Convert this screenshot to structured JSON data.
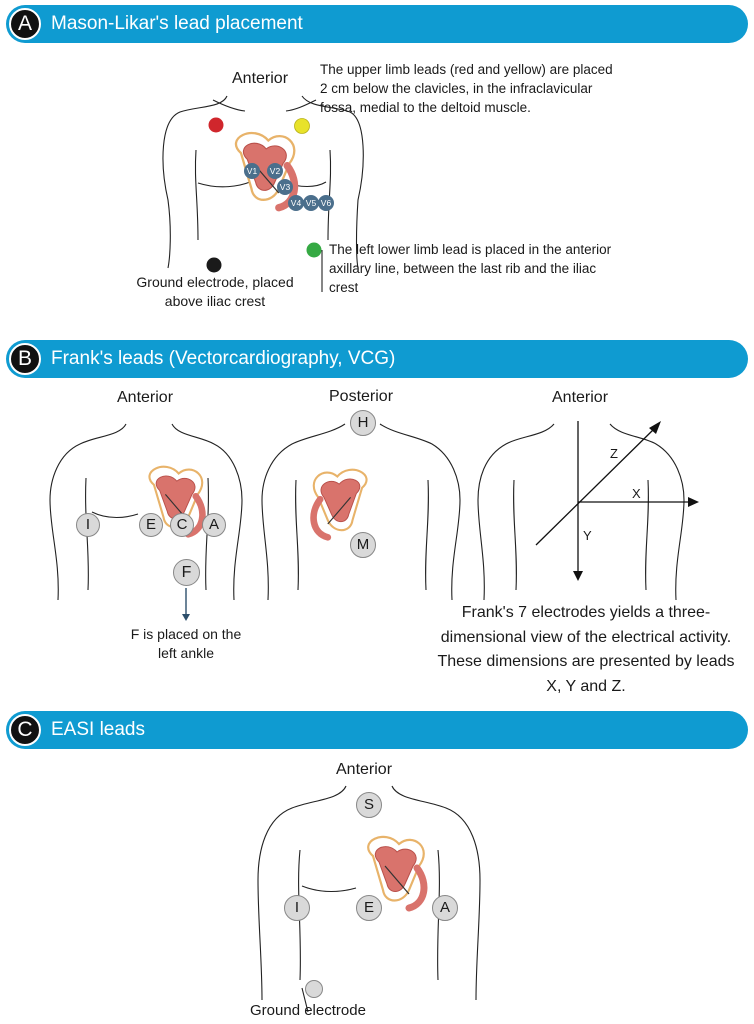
{
  "colors": {
    "banner": "#0f9bd1",
    "lead_red": "#d0262c",
    "lead_yellow": "#e8e22a",
    "lead_green": "#35a943",
    "lead_black": "#1a1a1a",
    "v_electrode": "#4b6f8c",
    "frank_electrode": "#d9d9d9",
    "heart_muscle": "#d9736c",
    "heart_outline": "#e8b36a"
  },
  "section_a": {
    "letter": "A",
    "title": "Mason-Likar's lead placement",
    "view_label": "Anterior",
    "upper_limb_note": "The upper limb leads (red and yellow) are placed 2 cm below the clavicles, in the infraclavicular fossa, medial to the deltoid muscle.",
    "lower_limb_note": "The left lower limb lead is placed in the anterior axillary line, between the last rib and the iliac crest",
    "ground_note": "Ground electrode, placed above iliac crest",
    "chest_leads": [
      "V1",
      "V2",
      "V3",
      "V4",
      "V5",
      "V6"
    ]
  },
  "section_b": {
    "letter": "B",
    "title": "Frank's leads (Vectorcardiography, VCG)",
    "anterior_label": "Anterior",
    "posterior_label": "Posterior",
    "axes_label": "Anterior",
    "electrodes_front": [
      "I",
      "E",
      "C",
      "A"
    ],
    "electrode_f": "F",
    "electrode_h": "H",
    "electrode_m": "M",
    "f_note": "F is placed on the left ankle",
    "axes": {
      "x": "X",
      "y": "Y",
      "z": "Z"
    },
    "summary": "Frank's 7 electrodes yields a three-dimensional view of the electrical activity. These dimensions are presented by leads X, Y and Z."
  },
  "section_c": {
    "letter": "C",
    "title": "EASI leads",
    "view_label": "Anterior",
    "electrodes": [
      "S",
      "I",
      "E",
      "A"
    ],
    "ground_label": "Ground electrode"
  }
}
